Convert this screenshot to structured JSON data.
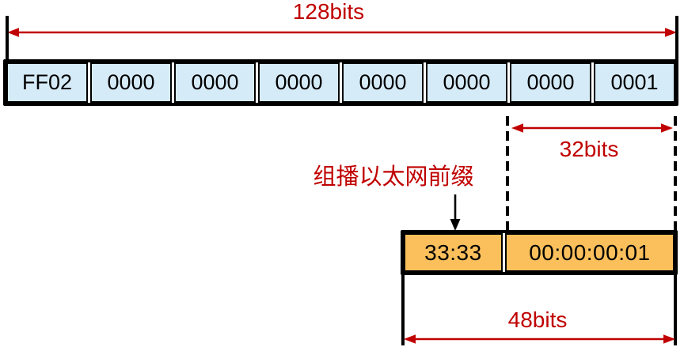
{
  "diagram": {
    "label_128bits": "128bits",
    "label_32bits": "32bits",
    "label_48bits": "48bits",
    "prefix_annotation": "组播以太网前缀",
    "ipv6_cells": [
      "FF02",
      "0000",
      "0000",
      "0000",
      "0000",
      "0000",
      "0000",
      "0001"
    ],
    "mac_cells": [
      "33:33",
      "00:00:00:01"
    ],
    "colors": {
      "annotation_red": "#C00000",
      "ipv6_cell_fill": "#D6EBF8",
      "mac_cell_fill": "#FBC05C",
      "line_black": "#000000",
      "background": "#FFFFFF"
    }
  }
}
